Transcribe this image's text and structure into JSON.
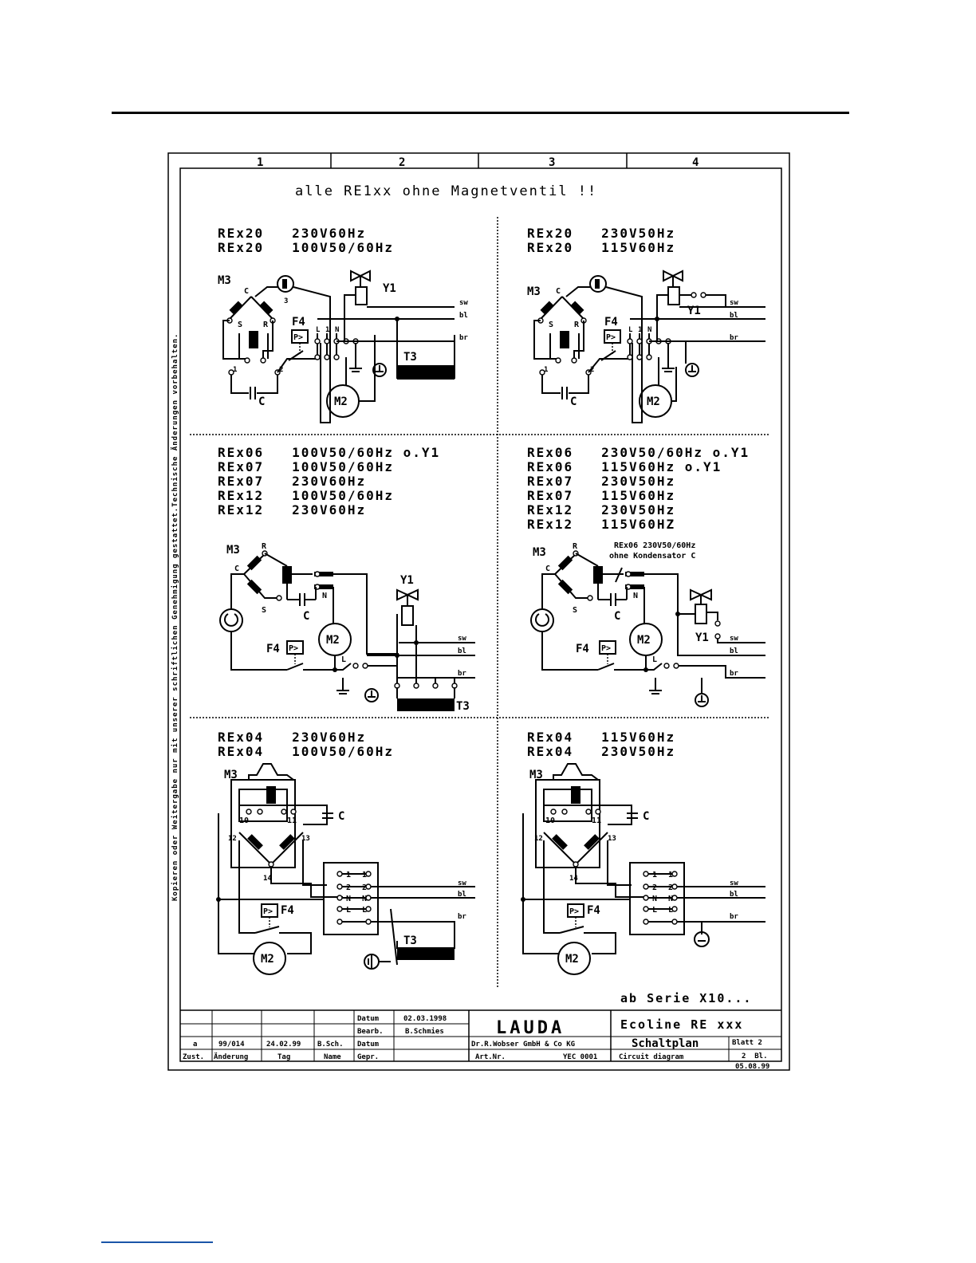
{
  "columns": [
    "1",
    "2",
    "3",
    "4"
  ],
  "heading": "alle RE1xx ohne Magnetventil !!",
  "side_note": "Kopieren oder Weitergabe nur mit unserer schriftlichen Genehmigung gestattet.Technische Änderungen vorbehalten.",
  "panels": {
    "top_left": {
      "models": [
        "REx20   230V60Hz",
        "REx20   100V50/60Hz"
      ]
    },
    "top_right": {
      "models": [
        "REx20   230V50Hz",
        "REx20   115V60Hz"
      ]
    },
    "mid_left": {
      "models": [
        "REx06   100V50/60Hz o.Y1",
        "REx07   100V50/60Hz",
        "REx07   230V60Hz",
        "REx12   100V50/60Hz",
        "REx12   230V60Hz"
      ]
    },
    "mid_right": {
      "models": [
        "REx06   230V50/60Hz o.Y1",
        "REx06   115V60Hz o.Y1",
        "REx07   230V50Hz",
        "REx07   115V60Hz",
        "REx12   230V50Hz",
        "REx12   115V60HZ"
      ],
      "note_line1": "REx06 230V50/60Hz",
      "note_line2": "ohne Kondensator C"
    },
    "bot_left": {
      "models": [
        "REx04   230V60Hz",
        "REx04   100V50/60Hz"
      ]
    },
    "bot_right": {
      "models": [
        "REx04   115V60Hz",
        "REx04   230V50Hz"
      ]
    }
  },
  "labels": {
    "m3": "M3",
    "m2": "M2",
    "y1": "Y1",
    "f4": "F4",
    "t3": "T3",
    "c": "C",
    "s": "S",
    "r": "R",
    "n": "N",
    "l": "L",
    "p": "P>",
    "sw": "sw",
    "bl": "bl",
    "br": "br",
    "n1": "1",
    "n2": "2",
    "n3": "3",
    "n10": "10",
    "n11": "11",
    "n12": "12",
    "n13": "13",
    "n14": "14"
  },
  "series_note": "ab Serie X10...",
  "title_block": {
    "datum_label": "Datum",
    "datum_value": "02.03.1998",
    "bearb_label": "Bearb.",
    "bearb_value": "B.Schmies",
    "rev_index": "a",
    "rev_change_no": "99/014",
    "rev_date": "24.02.99",
    "rev_name": "B.Sch.",
    "datum_label2": "Datum",
    "gepr_label": "Gepr.",
    "zust_label": "Zust.",
    "aenderung_label": "Änderung",
    "tag_label": "Tag",
    "name_label": "Name",
    "company": "LAUDA",
    "company_full": "Dr.R.Wobser GmbH & Co KG",
    "artnr_label": "Art.Nr.",
    "artnr_value": "YEC 0001",
    "product": "Ecoline RE xxx",
    "doc_de": "Schaltplan",
    "doc_en": "Circuit diagram",
    "sheet_label": "Blatt 2",
    "sheet_count": "2  Bl.",
    "print_date": "05.08.99"
  }
}
